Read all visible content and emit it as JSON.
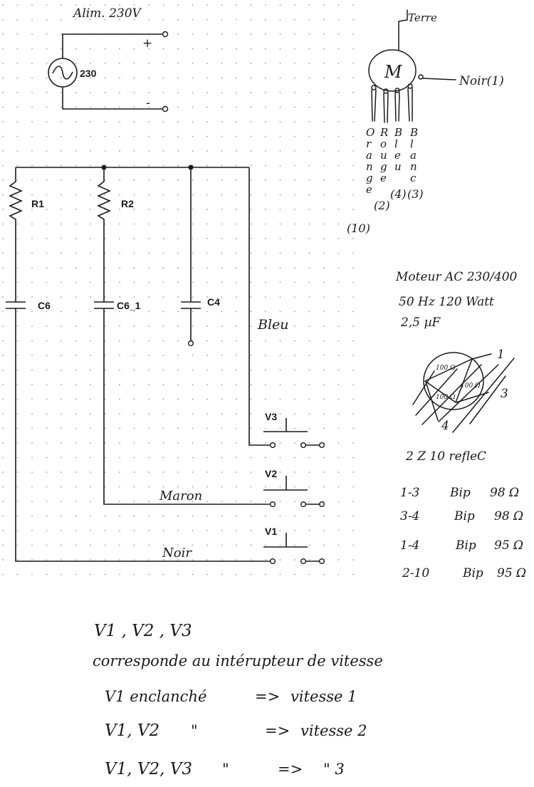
{
  "schematic": {
    "supply_title": "Alim. 230V",
    "source_value": "230",
    "plus_label": "+",
    "minus_label": "-",
    "resistors": [
      "R1",
      "R2"
    ],
    "capacitors": [
      "C6",
      "C6_1",
      "C4"
    ],
    "switches": [
      "V3",
      "V2",
      "V1"
    ],
    "wire_labels": {
      "bleu": "Bleu",
      "maron": "Maron",
      "noir": "Noir"
    }
  },
  "motor": {
    "symbol": "M",
    "earth_label": "Terre",
    "noir_label": "Noir(1)",
    "wire_columns": [
      {
        "letters": [
          "O",
          "r",
          "a",
          "n",
          "g",
          "e"
        ],
        "number": "(10)"
      },
      {
        "letters": [
          "R",
          "o",
          "u",
          "g",
          "e"
        ],
        "number": "(2)"
      },
      {
        "letters": [
          "B",
          "l",
          "e",
          "u"
        ],
        "number": "(4)"
      },
      {
        "letters": [
          "B",
          "l",
          "a",
          "n",
          "c"
        ],
        "number": "(3)"
      }
    ],
    "specs": [
      "Moteur AC 230/400",
      "50 Hz   120 Watt",
      "2,5 µF"
    ]
  },
  "winding": {
    "inner_labels": [
      "100 Ω",
      "100 Ω",
      "100 Ω"
    ],
    "terminals": [
      "1",
      "3",
      "4"
    ],
    "subtitle": "2 Z 10 refleC"
  },
  "measurements": [
    {
      "pair": "1-3",
      "result": "Bip",
      "value": "98 Ω"
    },
    {
      "pair": "3-4",
      "result": "Bip",
      "value": "98 Ω"
    },
    {
      "pair": "1-4",
      "result": "Bip",
      "value": "95 Ω"
    },
    {
      "pair": "2-10",
      "result": "Bip",
      "value": "95 Ω"
    }
  ],
  "notes": {
    "switch_list": "V1 , V2 , V3",
    "description": "corresponde au intérupteur de vitesse",
    "rows": [
      {
        "condition": "V1 enclanché",
        "ditto": "",
        "arrow": "=>",
        "result": "vitesse 1"
      },
      {
        "condition": "V1, V2",
        "ditto": "\"",
        "arrow": "=>",
        "result": "vitesse 2"
      },
      {
        "condition": "V1, V2, V3",
        "ditto": "\"",
        "arrow": "=>",
        "result": "\"      3"
      }
    ]
  },
  "colors": {
    "ink": "#1a1a1a",
    "grid_dot": "#9a9a9a",
    "paper": "#ffffff"
  }
}
